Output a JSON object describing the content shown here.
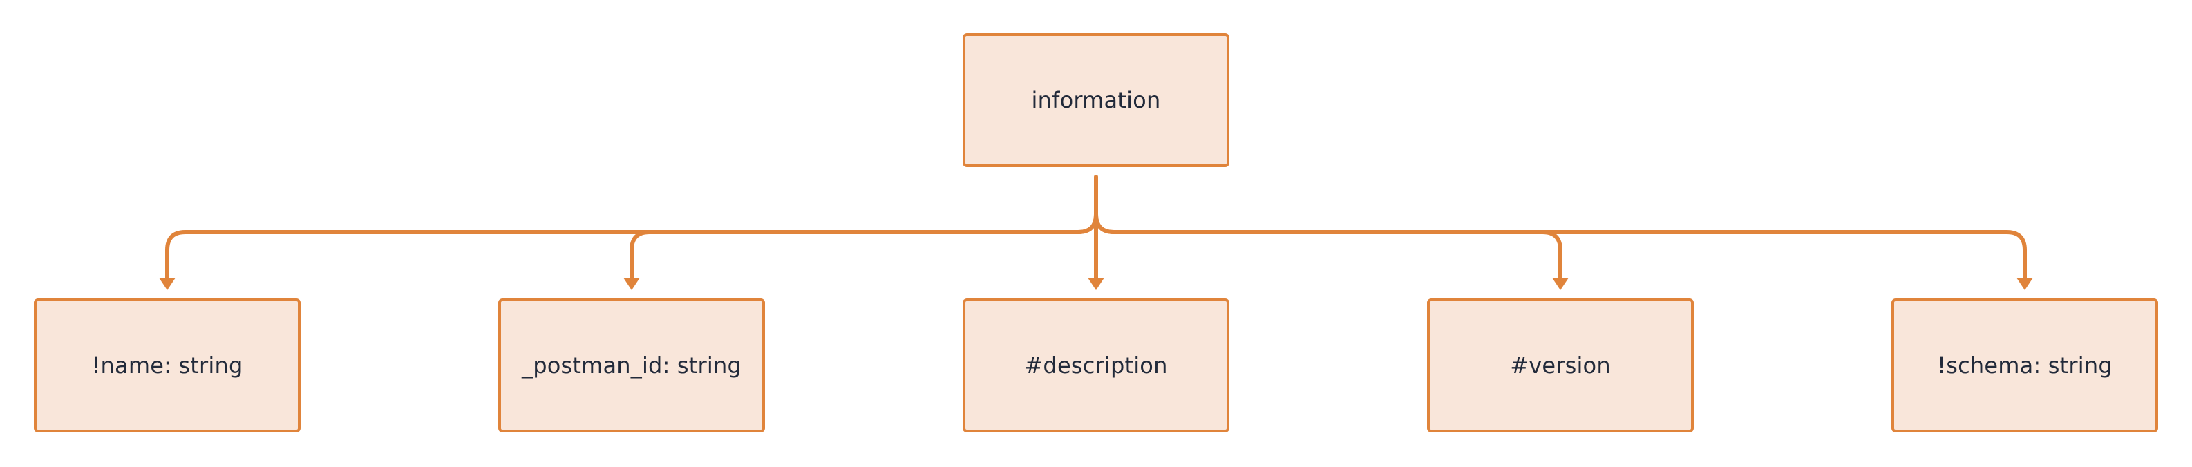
{
  "diagram": {
    "colors": {
      "fill": "#f9e6da",
      "stroke": "#e0843b",
      "text": "#222a3a"
    },
    "root": {
      "label": "information"
    },
    "children": [
      {
        "label": "!name: string"
      },
      {
        "label": "_postman_id: string"
      },
      {
        "label": "#description"
      },
      {
        "label": "#version"
      },
      {
        "label": "!schema: string"
      }
    ]
  }
}
